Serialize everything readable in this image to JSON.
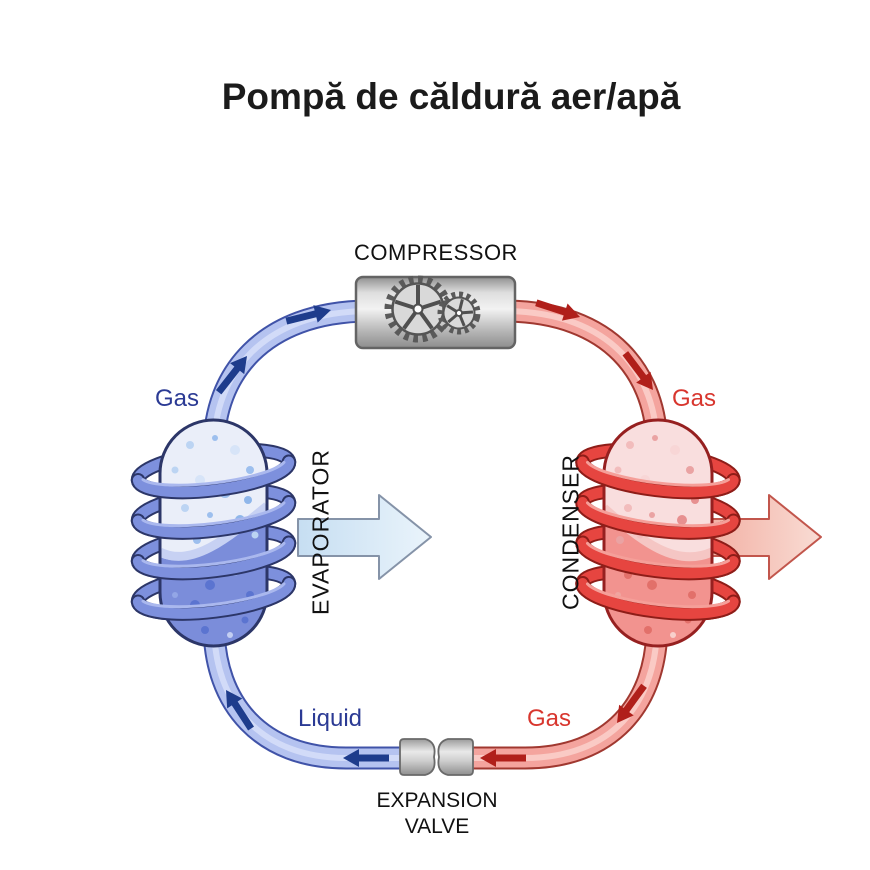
{
  "title": "Pompă de căldură aer/apă",
  "components": {
    "compressor": {
      "label": "COMPRESSOR"
    },
    "evaporator": {
      "label": "EVAPORATOR"
    },
    "condenser": {
      "label": "CONDENSER"
    },
    "expansion_valve": {
      "label": "EXPANSION\nVALVE"
    }
  },
  "flow_labels": {
    "evaporator_outlet": "Gas",
    "compressor_outlet": "Gas",
    "condenser_outlet": "Gas",
    "valve_outlet": "Liquid"
  },
  "colors": {
    "title_text": "#1b1b1b",
    "component_label_text": "#111111",
    "cold_label_blue": "#2b3a94",
    "hot_label_red": "#d8362e",
    "pipe_cold_fill": "#b5c3f0",
    "pipe_cold_outline": "#4053a8",
    "pipe_hot_fill": "#f4a49e",
    "pipe_hot_outline": "#a03830",
    "flow_arrow_cold": "#1e3c8c",
    "flow_arrow_hot": "#b01f1a",
    "coil_cold": "#7d90dd",
    "coil_hot": "#e64540",
    "vessel_cold_liquid": "#7b8dda",
    "vessel_hot_liquid": "#f2938f",
    "heat_in_arrow": "#d9ebf8",
    "heat_out_arrow": "#f5c0b4"
  }
}
